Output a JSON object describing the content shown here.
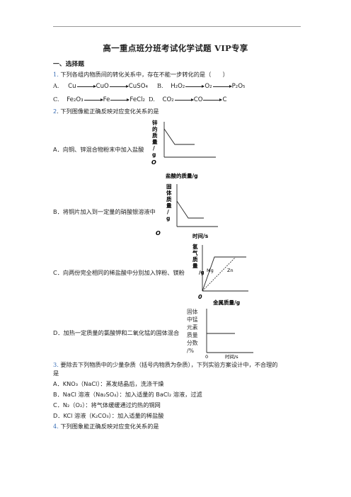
{
  "header": {
    "title": "高一重点班分班考试化学试题 VIP专享"
  },
  "section": "一、选择题",
  "q1": {
    "num": "1.",
    "stem": "下列各组内物质间的转化关系中，存在不能一步转化的是（　　）",
    "A": {
      "label": "A.",
      "c1": "Cu",
      "c2": "CuO",
      "c3": "CuSO₄"
    },
    "B": {
      "label": "B.",
      "c1": "H₂O₂",
      "c2": "O₂",
      "c3": "P₂O₅"
    },
    "C": {
      "label": "C.",
      "c1": "Fe₂O₃",
      "c2": "Fe",
      "c3": "FeCl₂"
    },
    "D": {
      "label": "D.",
      "c1": "CO₂",
      "c2": "CO",
      "c3": "C"
    }
  },
  "q2": {
    "num": "2",
    "stem": ". 下列图像能正确反映对应变化关系的是",
    "A": {
      "text": "A．向铜、锌混合物粉末中加入盐酸",
      "ylabel": "锌的质量/g",
      "xlabel": "盐酸的质量/g",
      "origin": "O"
    },
    "B": {
      "text": "B．将铜片加入到一定量的硝酸银溶液中",
      "ylabel": "固体质量/g",
      "xlabel": "时间/s",
      "origin": "O"
    },
    "C": {
      "text": "C．向两份完全相同的稀盐酸中分别加入锌粉、镁粉",
      "ylabel": "氢气质量/g",
      "xlabel": "金属质量/g",
      "origin": "0",
      "series1": "Mg",
      "series2": "Zn"
    },
    "D": {
      "text": "D．加热一定质量的氯酸钾和二氧化锰的固体混合",
      "ylabel_lines": [
        "固体",
        "中锰",
        "元素",
        "质量",
        "分数",
        "/%"
      ],
      "xlabel": "时间/s",
      "origin": "0"
    }
  },
  "q3": {
    "num": "3.",
    "stem1": "要除去下列物质中的少量杂质（括号内物质为杂质），下列实验方案设计中，不合理的",
    "stem2": "是",
    "A": "A．KNO₃（NaCl）：蒸发结晶后，洗涤干燥",
    "B": "B．NaCl 溶液（Na₂SO₄）：加入适量的 BaCl₂ 溶液，过滤",
    "C": "C．N₂（O₂）：将气体缓缓通过灼热的铜网",
    "D": "D．KCl 溶液（K₂CO₃）：加入适量的稀盐酸"
  },
  "q4": {
    "num": "4.",
    "stem": "下列图象能正确反映对应变化关系的是"
  }
}
